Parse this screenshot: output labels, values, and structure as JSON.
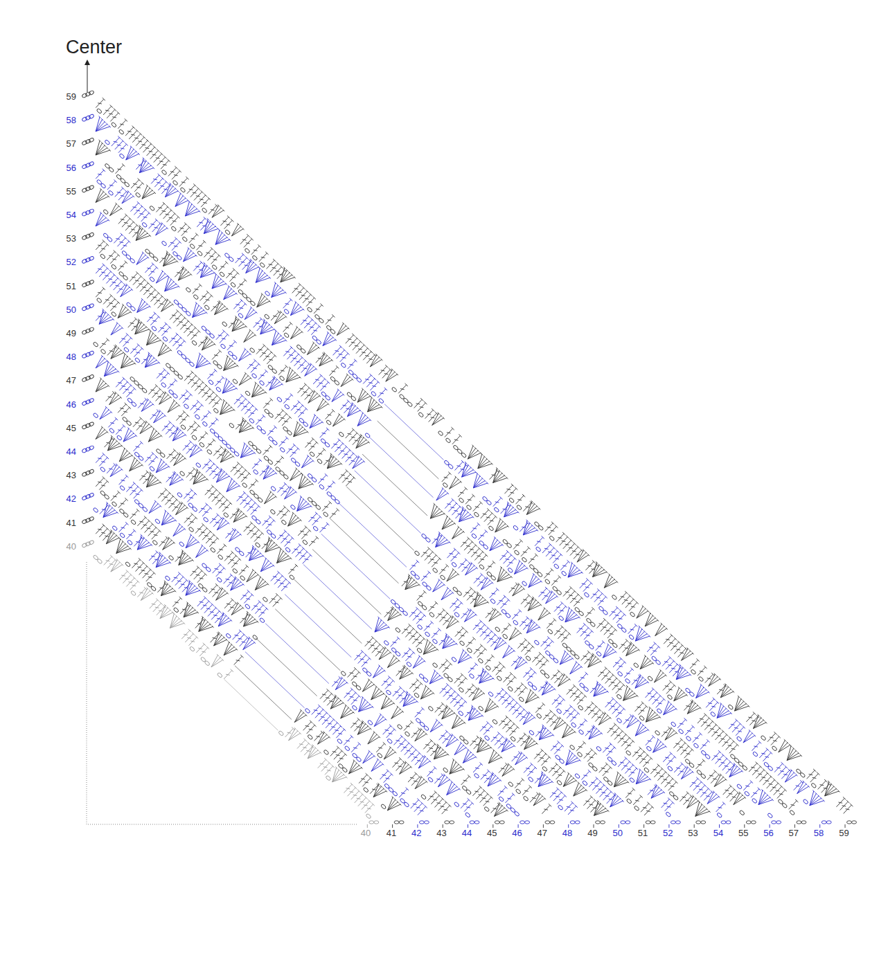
{
  "diagram": {
    "labels": [
      "Center",
      "59",
      "58",
      "57",
      "56",
      "55",
      "54",
      "53",
      "52",
      "51",
      "50",
      "49",
      "48",
      "47",
      "46",
      "45",
      "44",
      "43",
      "42",
      "41",
      "40",
      "40",
      "41",
      "42",
      "43",
      "44",
      "45",
      "46",
      "47",
      "48",
      "49",
      "50",
      "51",
      "52",
      "53",
      "54",
      "55",
      "56",
      "57",
      "58",
      "59"
    ]
  }
}
